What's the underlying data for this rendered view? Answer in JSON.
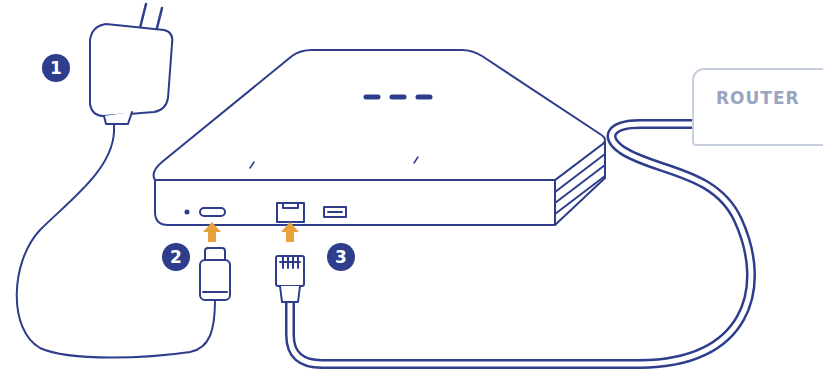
{
  "diagram": {
    "nodes": [
      {
        "text": [
          "ROUTER"
        ]
      }
    ],
    "labels": [
      "1",
      "2",
      "3"
    ]
  }
}
